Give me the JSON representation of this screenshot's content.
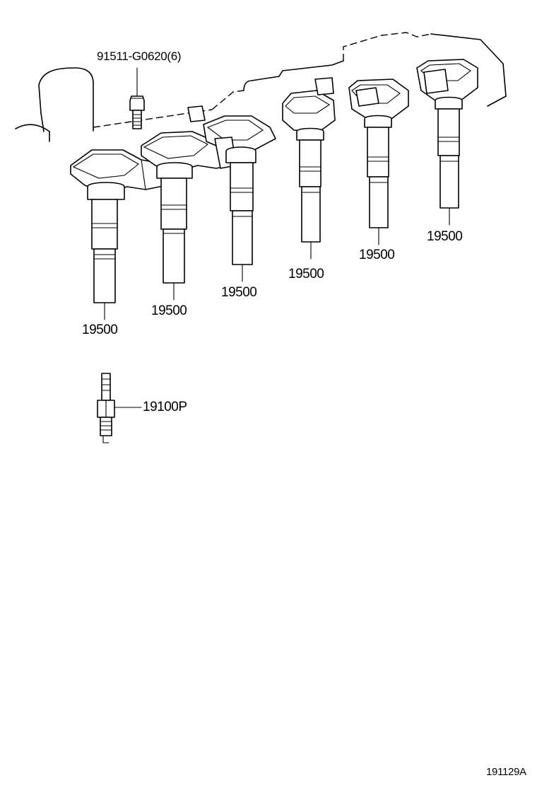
{
  "labels": {
    "bolt": "91511-G0620(6)",
    "coil_1": "19500",
    "coil_2": "19500",
    "coil_3": "19500",
    "coil_4": "19500",
    "coil_5": "19500",
    "coil_6": "19500",
    "spark_plug": "19100P",
    "figure_id": "191129A"
  }
}
